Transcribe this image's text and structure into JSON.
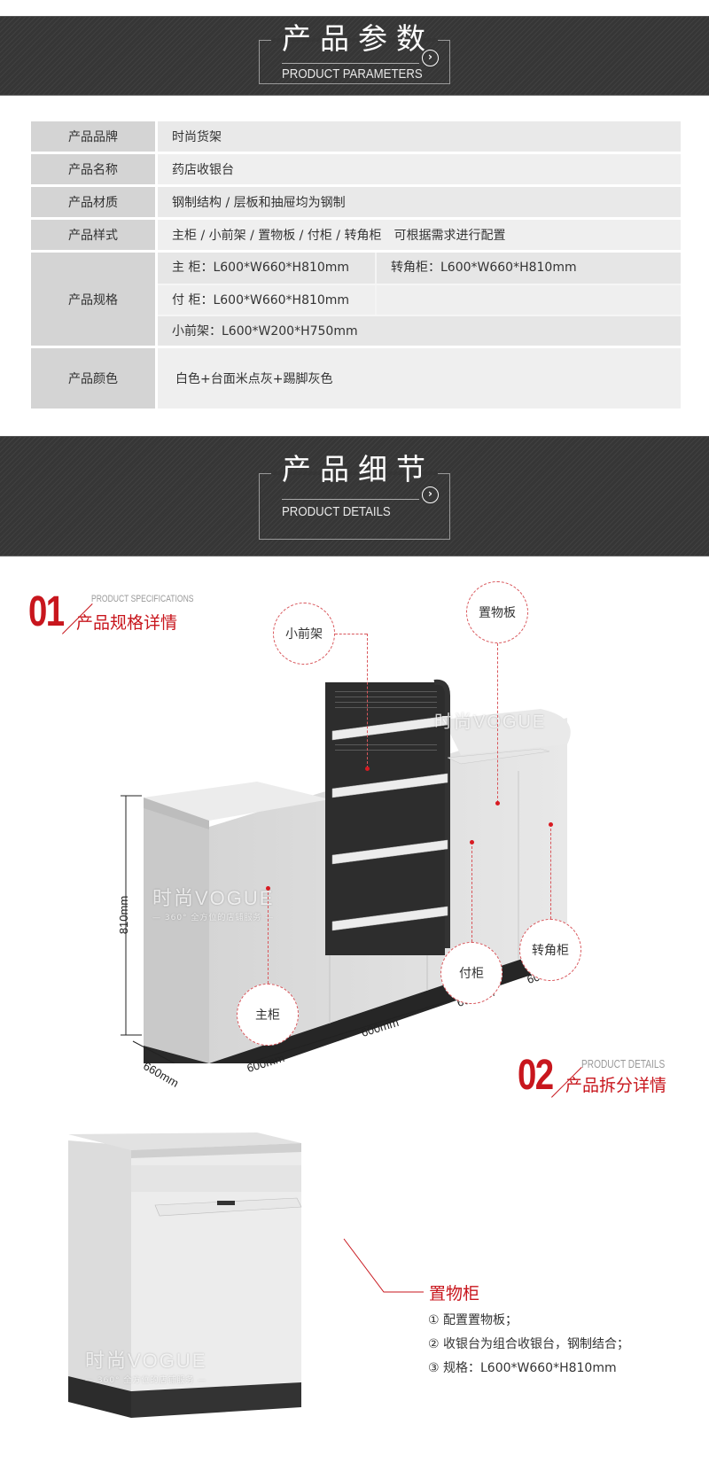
{
  "param_band": {
    "title_cn": "产品参数",
    "title_en": "PRODUCT PARAMETERS",
    "icon": "circle-arrow-right-icon"
  },
  "params_table": {
    "rows": [
      {
        "label": "产品品牌",
        "value": "时尚货架"
      },
      {
        "label": "产品名称",
        "value": "药店收银台"
      },
      {
        "label": "产品材质",
        "value": "钢制结构 / 层板和抽屉均为钢制"
      },
      {
        "label": "产品样式",
        "value": "主柜 / 小前架 / 置物板 / 付柜 / 转角柜　可根据需求进行配置"
      }
    ],
    "spec": {
      "label": "产品规格",
      "main": "主 柜：L600*W660*H810mm",
      "corner": "转角柜：L600*W660*H810mm",
      "sub": "付 柜：L600*W660*H810mm",
      "front_rack": "小前架：L600*W200*H750mm"
    },
    "color": {
      "label": "产品颜色",
      "value": "白色+台面米点灰+踢脚灰色"
    }
  },
  "details_band": {
    "title_cn": "产品细节",
    "title_en": "PRODUCT DETAILS",
    "icon": "circle-arrow-right-icon"
  },
  "section1": {
    "number": "01",
    "title_en": "PRODUCT SPECIFICATIONS",
    "title_cn": "产品规格详情"
  },
  "diagram": {
    "callouts": {
      "front_rack": "小前架",
      "shelf_board": "置物板",
      "main_cabinet": "主柜",
      "sub_cabinet": "付柜",
      "corner_cabinet": "转角柜"
    },
    "dimensions": {
      "height": "810mm",
      "depth": "660mm",
      "width1": "600mm",
      "width2": "600mm",
      "width3": "600mm",
      "width4": "600mm"
    },
    "watermark": {
      "brand": "时尚VOGUE",
      "tagline": "— 360° 全方位的店铺服务 —"
    }
  },
  "section2": {
    "number": "02",
    "title_en": "PRODUCT DETAILS",
    "title_cn": "产品拆分详情"
  },
  "detail": {
    "title": "置物柜",
    "items": [
      "① 配置置物板；",
      "② 收银台为组合收银台，钢制结合；",
      "③ 规格：L600*W660*H810mm"
    ]
  },
  "colors": {
    "accent_red": "#c8161d",
    "band_dark": "#363636",
    "label_gray": "#d4d4d4",
    "value_gray": "#e9e9e9"
  }
}
